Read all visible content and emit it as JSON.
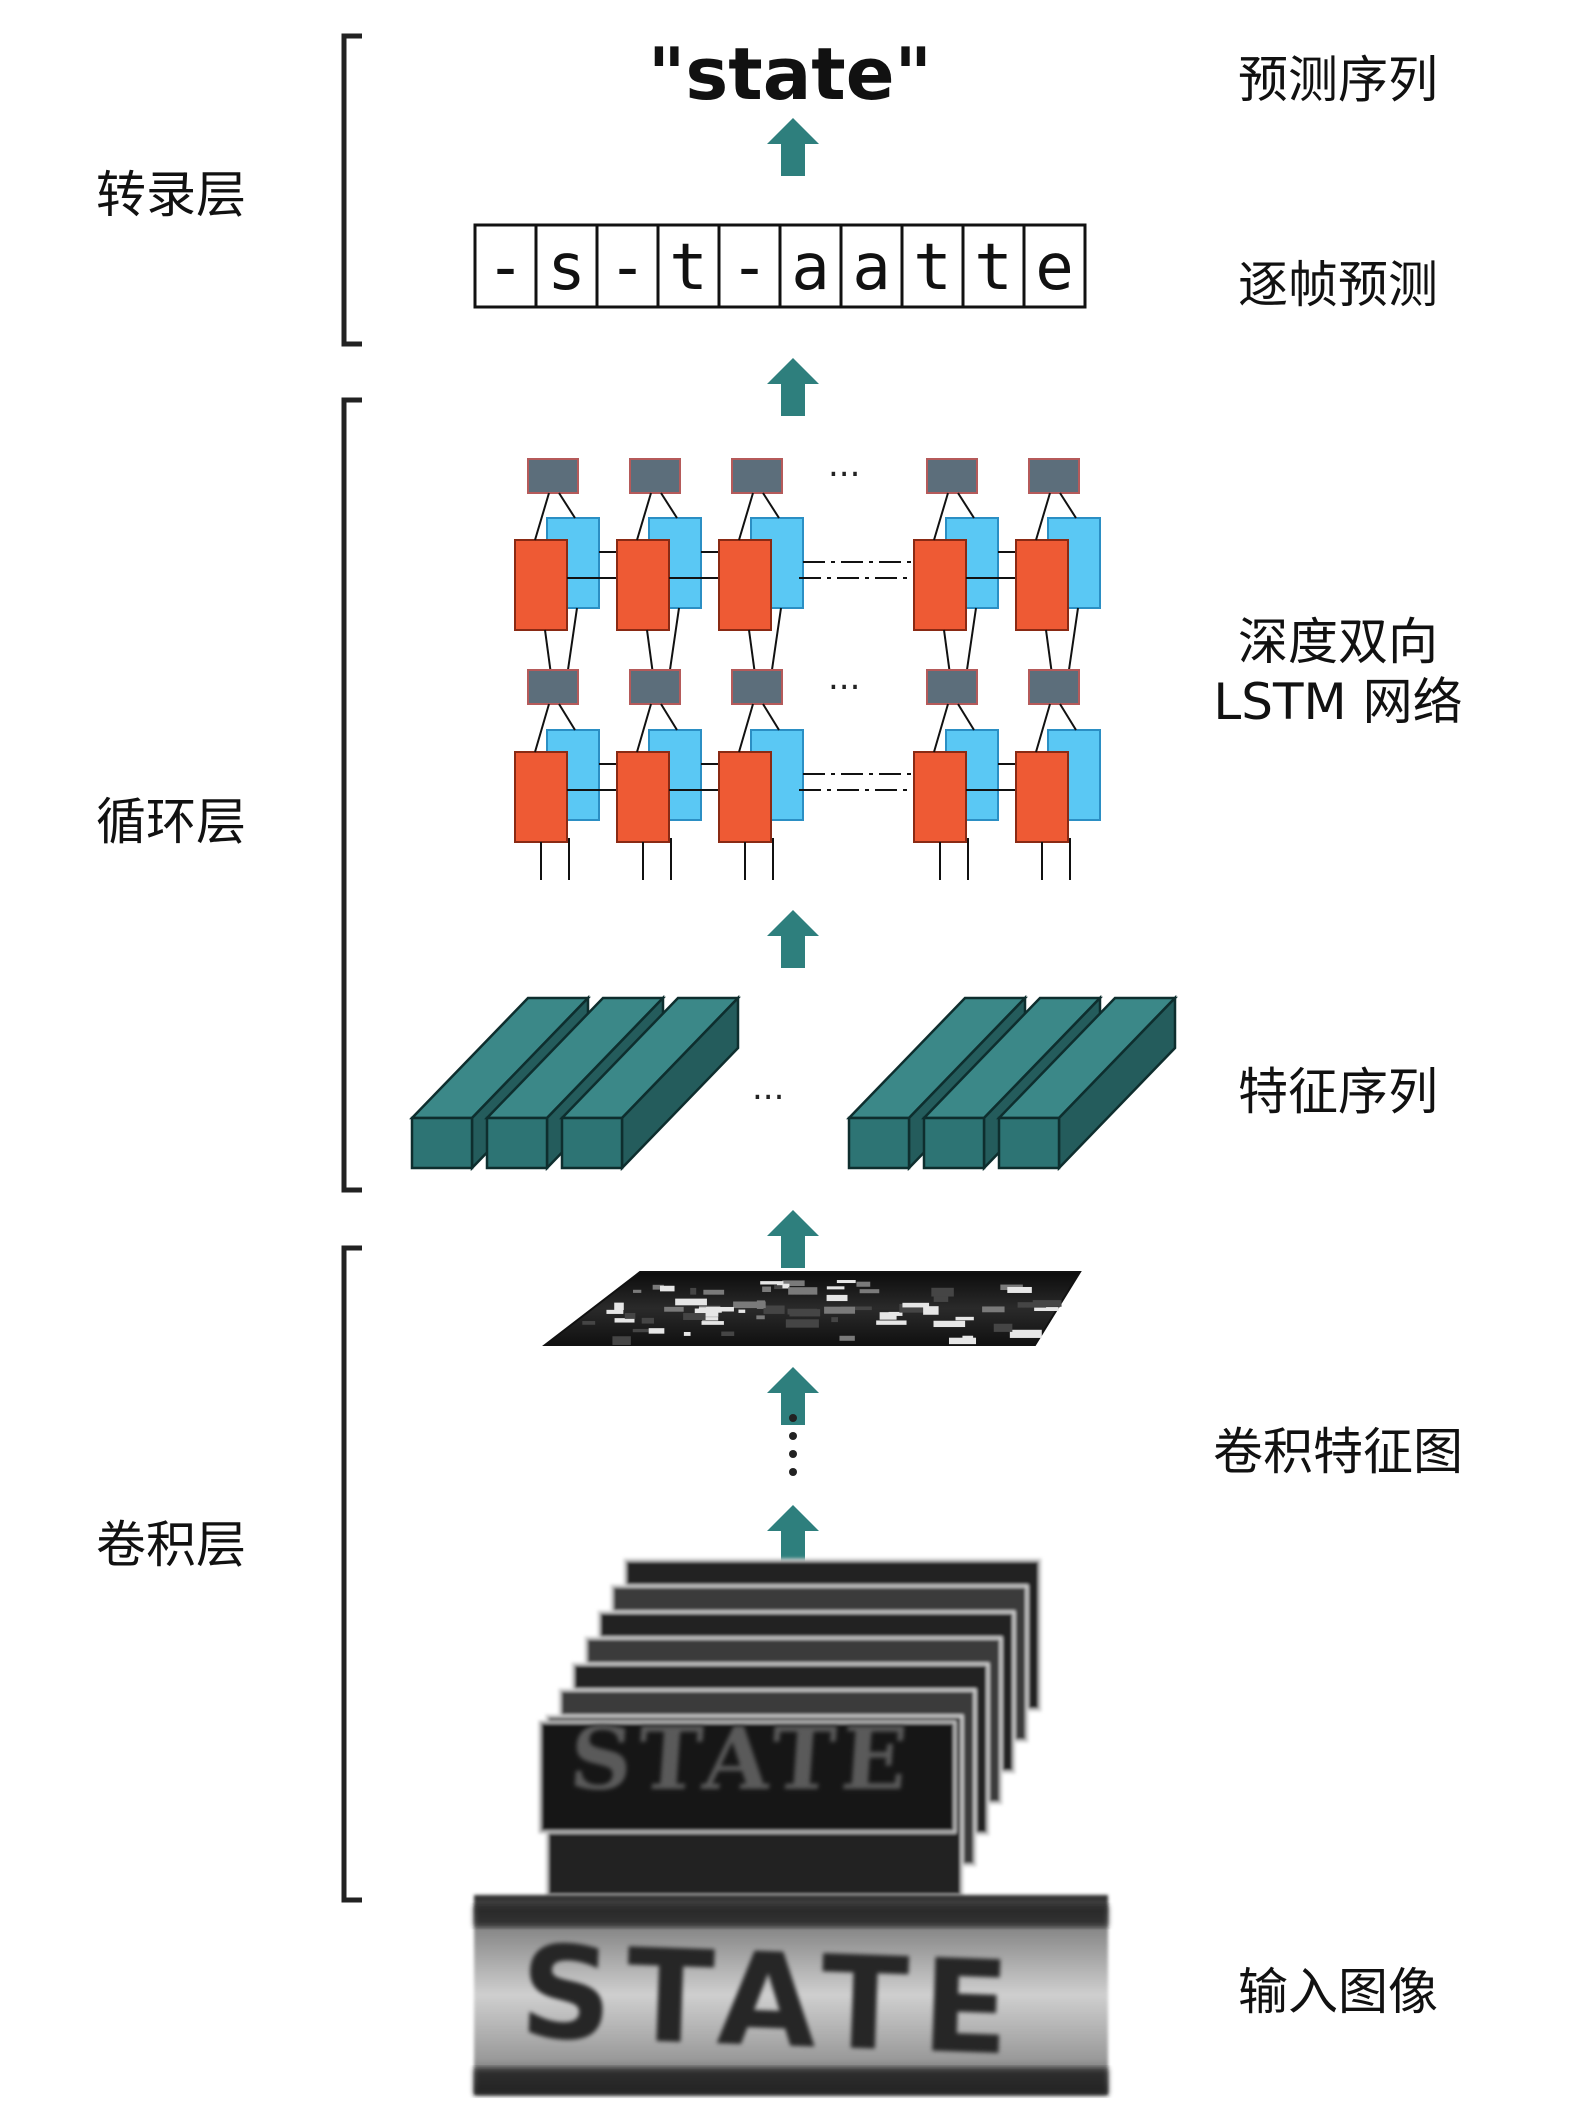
{
  "layers": {
    "transcription": "转录层",
    "recurrent": "循环层",
    "convolutional": "卷积层"
  },
  "stages": {
    "predicted_sequence": "预测序列",
    "per_frame_prediction": "逐帧预测",
    "deep_bilstm_line1": "深度双向",
    "deep_bilstm_line2": "LSTM 网络",
    "feature_sequence": "特征序列",
    "conv_feature_maps": "卷积特征图",
    "input_image": "输入图像"
  },
  "output_word": "\"state\"",
  "frame_predictions": [
    "-",
    "s",
    "-",
    "t",
    "-",
    "a",
    "a",
    "t",
    "t",
    "e"
  ],
  "input_image_text": "STATE",
  "ellipsis": "...",
  "colors": {
    "arrow": "#2e7f7d",
    "lstm_forward": "#ee5a34",
    "lstm_backward": "#5ac8f4",
    "hidden_state": "#5c6e7b",
    "feature_column": "#2d7474",
    "bracket": "#222222"
  }
}
